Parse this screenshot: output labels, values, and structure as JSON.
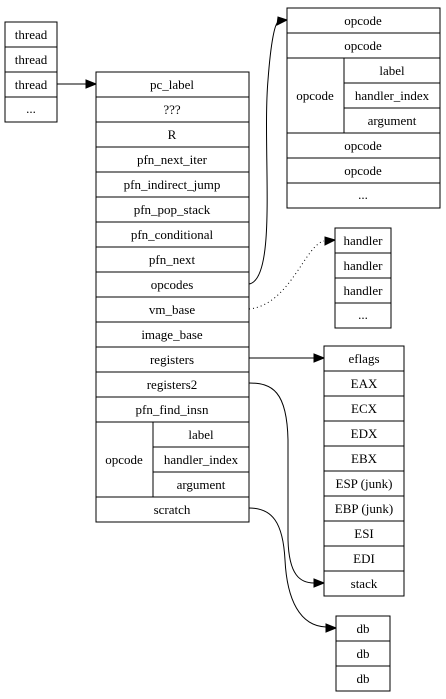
{
  "threads": [
    "thread",
    "thread",
    "thread",
    "..."
  ],
  "vm_struct": {
    "rows": [
      "pc_label",
      "???",
      "R",
      "pfn_next_iter",
      "pfn_indirect_jump",
      "pfn_pop_stack",
      "pfn_conditional",
      "pfn_next",
      "opcodes",
      "vm_base",
      "image_base",
      "registers",
      "registers2",
      "pfn_find_insn"
    ],
    "opcode": {
      "name": "opcode",
      "fields": [
        "label",
        "handler_index",
        "argument"
      ]
    },
    "last_row": "scratch"
  },
  "opcode_table": {
    "top_rows": [
      "opcode",
      "opcode"
    ],
    "expanded": {
      "name": "opcode",
      "fields": [
        "label",
        "handler_index",
        "argument"
      ]
    },
    "bottom_rows": [
      "opcode",
      "opcode",
      "..."
    ]
  },
  "handlers": [
    "handler",
    "handler",
    "handler",
    "..."
  ],
  "registers": [
    "eflags",
    "EAX",
    "ECX",
    "EDX",
    "EBX",
    "ESP (junk)",
    "EBP (junk)",
    "ESI",
    "EDI",
    "stack"
  ],
  "db": [
    "db",
    "db",
    "db"
  ],
  "edges": [
    {
      "from": "thread",
      "to": "pc_label",
      "style": "solid"
    },
    {
      "from": "opcodes",
      "to": "opcode",
      "style": "solid"
    },
    {
      "from": "vm_base",
      "to": "handler",
      "style": "dotted"
    },
    {
      "from": "registers",
      "to": "eflags",
      "style": "solid"
    },
    {
      "from": "registers2",
      "to": "stack",
      "style": "solid"
    },
    {
      "from": "scratch",
      "to": "db",
      "style": "solid"
    }
  ]
}
